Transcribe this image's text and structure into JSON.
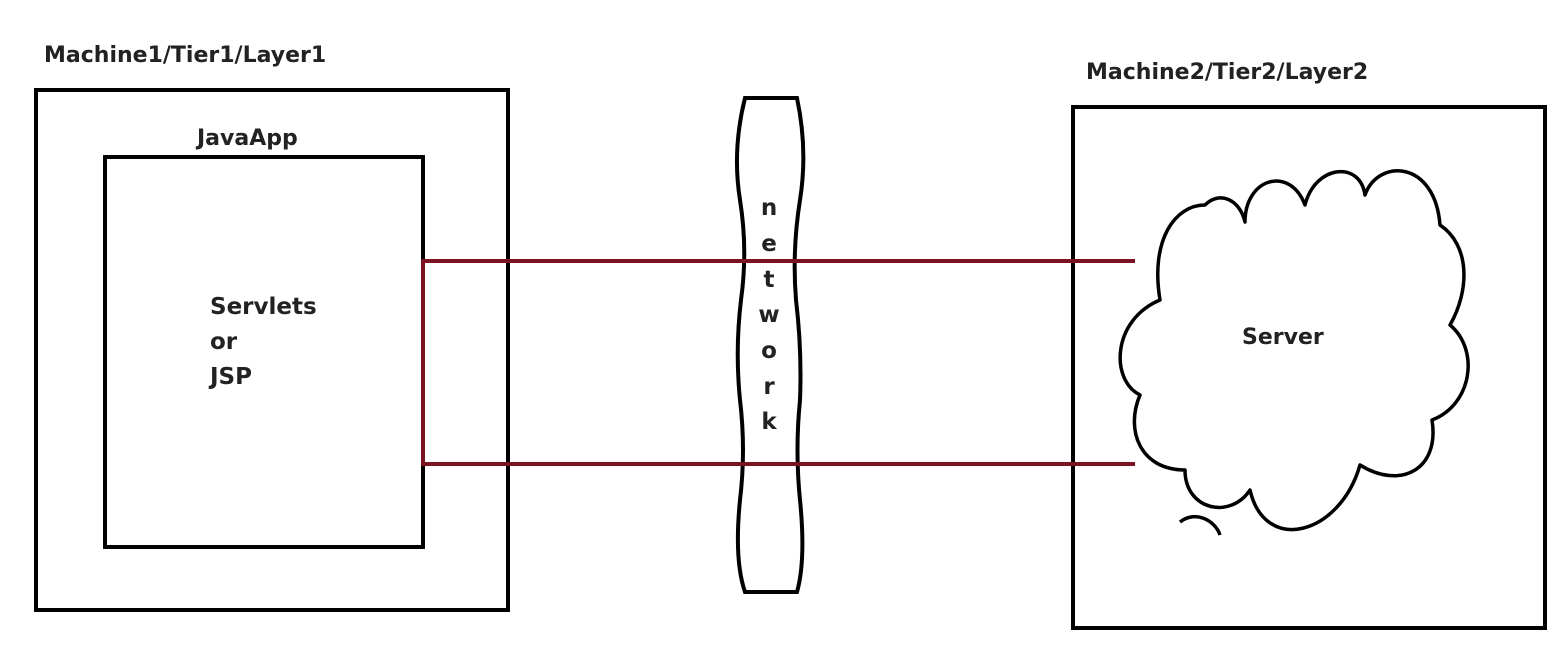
{
  "colors": {
    "box_stroke": "#000000",
    "connector": "#7b1221",
    "text": "#222222",
    "background": "#ffffff"
  },
  "machine1": {
    "label": "Machine1/Tier1/Layer1",
    "app_label": "JavaApp",
    "component": {
      "line1": "Servlets",
      "line2": "or",
      "line3": "JSP"
    }
  },
  "network": {
    "letters": [
      "n",
      "e",
      "t",
      "w",
      "o",
      "r",
      "k"
    ]
  },
  "machine2": {
    "label": "Machine2/Tier2/Layer2",
    "server_label": "Server"
  }
}
